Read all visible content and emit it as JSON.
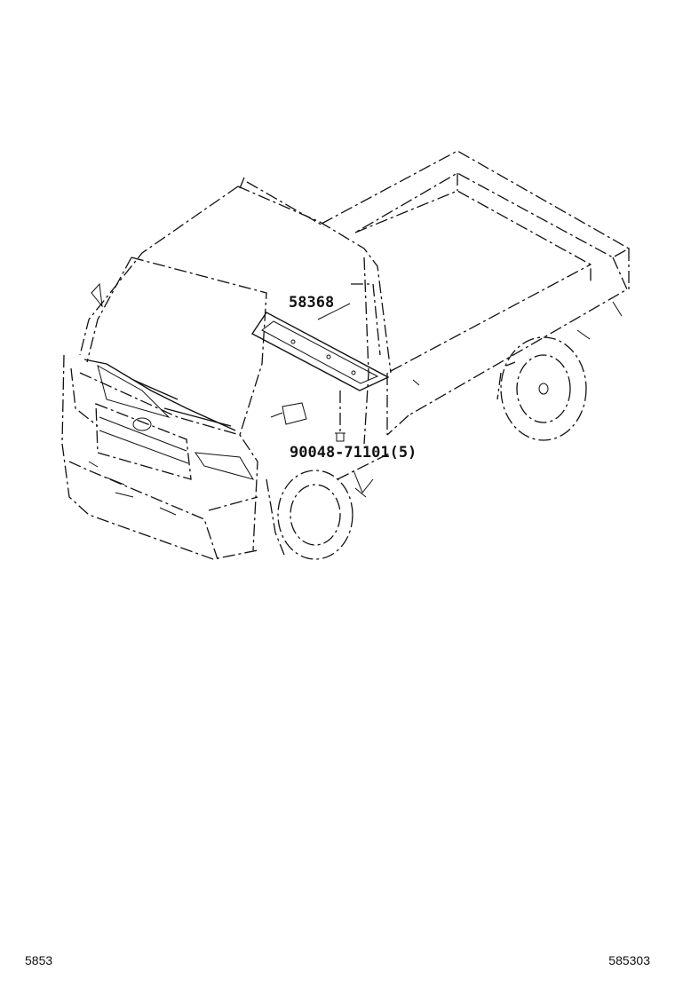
{
  "diagram": {
    "callouts": [
      {
        "id": "part-58368",
        "text": "58368"
      },
      {
        "id": "part-clip",
        "text": "90048-71101(5)"
      }
    ],
    "footer_left": "5853",
    "footer_right": "585303"
  }
}
